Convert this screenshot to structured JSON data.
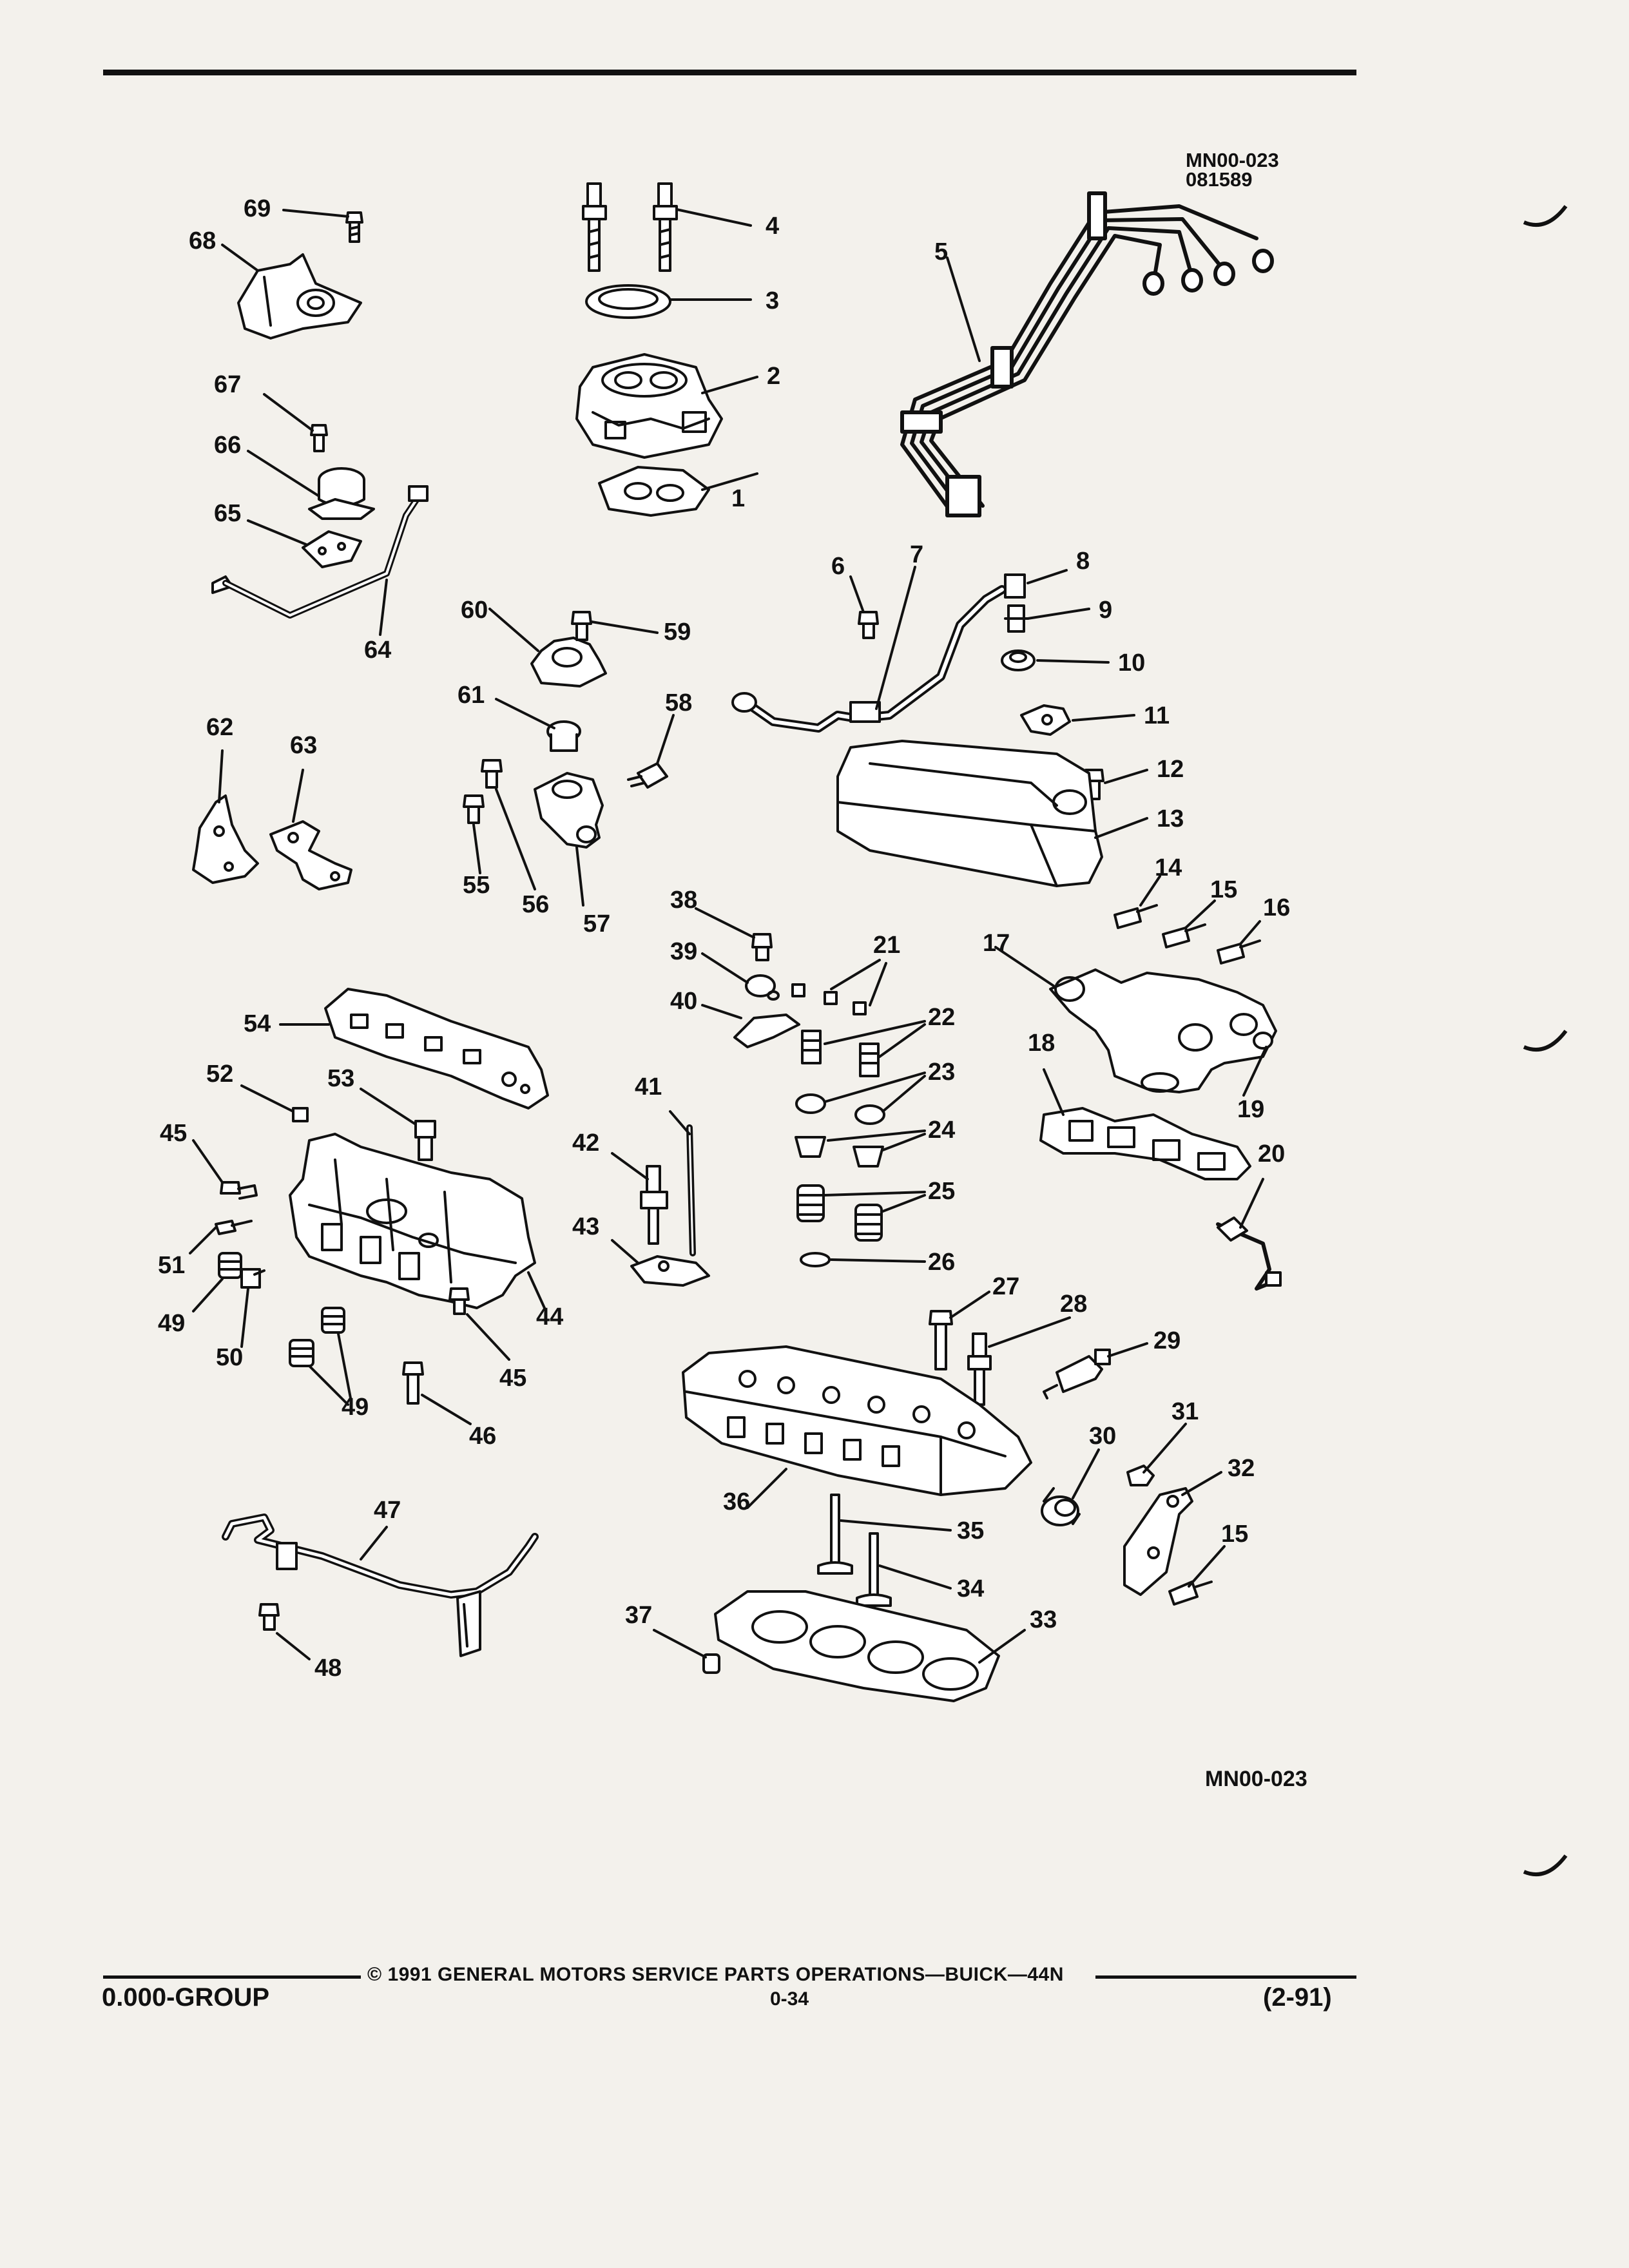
{
  "header": {
    "ref_code": "MN00-023",
    "ref_date": "081589"
  },
  "figure": {
    "ref_code": "MN00-023",
    "callouts": [
      {
        "id": "c1",
        "label": "1"
      },
      {
        "id": "c2",
        "label": "2"
      },
      {
        "id": "c3",
        "label": "3"
      },
      {
        "id": "c4",
        "label": "4"
      },
      {
        "id": "c5",
        "label": "5"
      },
      {
        "id": "c6",
        "label": "6"
      },
      {
        "id": "c7",
        "label": "7"
      },
      {
        "id": "c8",
        "label": "8"
      },
      {
        "id": "c9",
        "label": "9"
      },
      {
        "id": "c10",
        "label": "10"
      },
      {
        "id": "c11",
        "label": "11"
      },
      {
        "id": "c12",
        "label": "12"
      },
      {
        "id": "c13",
        "label": "13"
      },
      {
        "id": "c14",
        "label": "14"
      },
      {
        "id": "c15a",
        "label": "15"
      },
      {
        "id": "c16",
        "label": "16"
      },
      {
        "id": "c17",
        "label": "17"
      },
      {
        "id": "c18",
        "label": "18"
      },
      {
        "id": "c19",
        "label": "19"
      },
      {
        "id": "c20",
        "label": "20"
      },
      {
        "id": "c21",
        "label": "21"
      },
      {
        "id": "c22",
        "label": "22"
      },
      {
        "id": "c23",
        "label": "23"
      },
      {
        "id": "c24",
        "label": "24"
      },
      {
        "id": "c25",
        "label": "25"
      },
      {
        "id": "c26",
        "label": "26"
      },
      {
        "id": "c27",
        "label": "27"
      },
      {
        "id": "c28",
        "label": "28"
      },
      {
        "id": "c29",
        "label": "29"
      },
      {
        "id": "c30",
        "label": "30"
      },
      {
        "id": "c31",
        "label": "31"
      },
      {
        "id": "c32",
        "label": "32"
      },
      {
        "id": "c15b",
        "label": "15"
      },
      {
        "id": "c33",
        "label": "33"
      },
      {
        "id": "c34",
        "label": "34"
      },
      {
        "id": "c35",
        "label": "35"
      },
      {
        "id": "c36",
        "label": "36"
      },
      {
        "id": "c37",
        "label": "37"
      },
      {
        "id": "c38",
        "label": "38"
      },
      {
        "id": "c39",
        "label": "39"
      },
      {
        "id": "c40",
        "label": "40"
      },
      {
        "id": "c41",
        "label": "41"
      },
      {
        "id": "c42",
        "label": "42"
      },
      {
        "id": "c43",
        "label": "43"
      },
      {
        "id": "c44",
        "label": "44"
      },
      {
        "id": "c45a",
        "label": "45"
      },
      {
        "id": "c45b",
        "label": "45"
      },
      {
        "id": "c46",
        "label": "46"
      },
      {
        "id": "c47",
        "label": "47"
      },
      {
        "id": "c48",
        "label": "48"
      },
      {
        "id": "c49a",
        "label": "49"
      },
      {
        "id": "c49b",
        "label": "49"
      },
      {
        "id": "c50",
        "label": "50"
      },
      {
        "id": "c51",
        "label": "51"
      },
      {
        "id": "c52",
        "label": "52"
      },
      {
        "id": "c53",
        "label": "53"
      },
      {
        "id": "c54",
        "label": "54"
      },
      {
        "id": "c55",
        "label": "55"
      },
      {
        "id": "c56",
        "label": "56"
      },
      {
        "id": "c57",
        "label": "57"
      },
      {
        "id": "c58",
        "label": "58"
      },
      {
        "id": "c59",
        "label": "59"
      },
      {
        "id": "c60",
        "label": "60"
      },
      {
        "id": "c61",
        "label": "61"
      },
      {
        "id": "c62",
        "label": "62"
      },
      {
        "id": "c63",
        "label": "63"
      },
      {
        "id": "c64",
        "label": "64"
      },
      {
        "id": "c65",
        "label": "65"
      },
      {
        "id": "c66",
        "label": "66"
      },
      {
        "id": "c67",
        "label": "67"
      },
      {
        "id": "c68",
        "label": "68"
      },
      {
        "id": "c69",
        "label": "69"
      }
    ]
  },
  "footer": {
    "copyright": "© 1991 GENERAL MOTORS SERVICE PARTS OPERATIONS—BUICK—44N",
    "group": "0.000-GROUP",
    "page": "0-34",
    "date_code": "(2-91)"
  },
  "colors": {
    "paper": "#f3f1ec",
    "ink": "#111111"
  }
}
